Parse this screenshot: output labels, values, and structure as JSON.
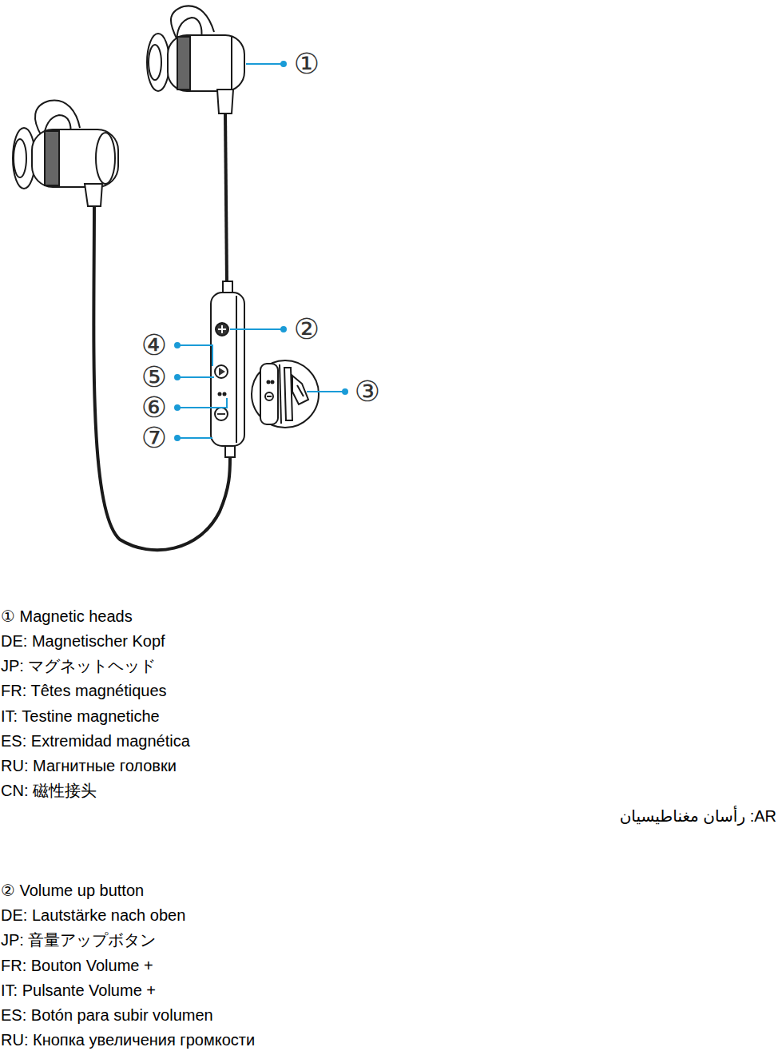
{
  "diagram": {
    "labels": [
      "①",
      "②",
      "③",
      "④",
      "⑤",
      "⑥",
      "⑦",
      "① Magnetic heads",
      "DE: Magnetischer Kopf",
      "JP: マグネットヘッド",
      "FR: Têtes magnétiques",
      "IT: Testine magnetiche",
      "ES: Extremidad magnética",
      "RU: Магнитные головки",
      "CN: 磁性接头",
      "AR: رأسان مغناطيسيان",
      "② Volume up button",
      "DE: Lautstärke nach oben",
      "JP: 音量アップボタン",
      "FR: Bouton Volume +",
      "IT: Pulsante Volume +",
      "ES: Botón para subir volumen",
      "RU: Кнопка увеличения громкости"
    ]
  }
}
